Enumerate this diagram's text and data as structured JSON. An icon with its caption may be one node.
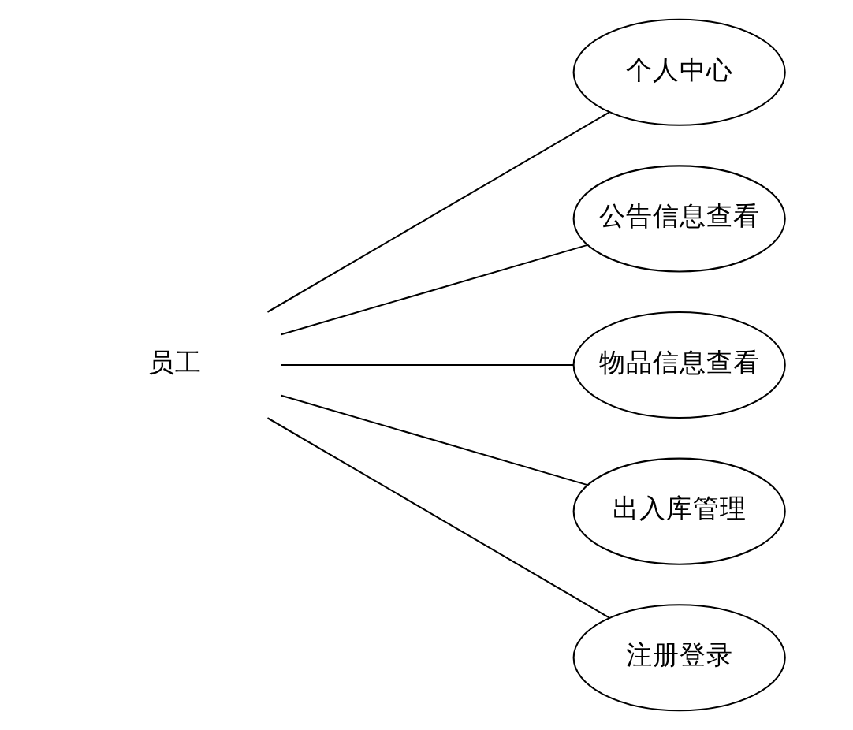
{
  "diagram": {
    "nodes": [
      {
        "text": [
          "员工"
        ]
      },
      {
        "text": [
          "个人中心"
        ]
      },
      {
        "text": [
          "公告信息查看"
        ]
      },
      {
        "text": [
          "物品信息查看"
        ]
      },
      {
        "text": [
          "出入库管理"
        ]
      },
      {
        "text": [
          "注册登录"
        ]
      }
    ],
    "edges": [
      {
        "from": 0,
        "to": 1,
        "arrow": "none"
      },
      {
        "from": 0,
        "to": 2,
        "arrow": "none"
      },
      {
        "from": 0,
        "to": 3,
        "arrow": "none"
      },
      {
        "from": 0,
        "to": 4,
        "arrow": "none"
      },
      {
        "from": 0,
        "to": 5,
        "arrow": "none"
      }
    ]
  }
}
